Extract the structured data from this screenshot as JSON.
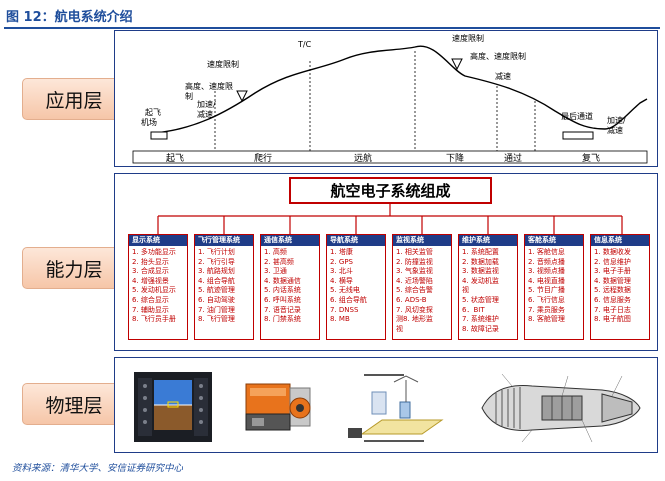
{
  "title": "图 12：航电系统介绍",
  "layers": {
    "application": "应用层",
    "capability": "能力层",
    "physical": "物理层"
  },
  "flight_profile": {
    "phases": [
      "起飞",
      "爬行",
      "远航",
      "下降",
      "通过",
      "复飞"
    ],
    "annotations": {
      "takeoff_airport": "起飞\n机场",
      "alt_speed_limit_1": "高度、速度限\n制",
      "speed_limit_1": "速度限制",
      "accel_decel_1": "加速/\n减速",
      "toc": "T/C",
      "speed_limit_2": "速度限制",
      "alt_speed_limit_2": "高度、速度限制",
      "decel": "减速",
      "final_approach": "最后通道",
      "accel_decel_2": "加速/\n减速"
    }
  },
  "capability": {
    "title": "航空电子系统组成",
    "systems": [
      {
        "name": "显示系统",
        "items": [
          "1. 多功能显示",
          "2. 抬头显示",
          "3. 合成显示",
          "4. 增强视景",
          "5. 发动机显示",
          "6. 综合显示",
          "7. 辅助显示",
          "8. 飞行员手册"
        ]
      },
      {
        "name": "飞行管理系统",
        "items": [
          "1. 飞行计划",
          "2. 飞行引导",
          "3. 航路规划",
          "4. 组合导航",
          "5. 航迹管理",
          "6. 自动驾驶",
          "7. 油门管理",
          "8. 飞行管理"
        ]
      },
      {
        "name": "通信系统",
        "items": [
          "1. 高频",
          "2. 甚高频",
          "3. 卫通",
          "4. 数据通信",
          "5. 内话系统",
          "6. 呼叫系统",
          "7. 语音记录",
          "8. 门禁系统"
        ]
      },
      {
        "name": "导航系统",
        "items": [
          "1. 塔康",
          "2. GPS",
          "3. 北斗",
          "4. 横导",
          "5. 无线电",
          "6. 组合导航",
          "7. DNSS",
          "8. MB"
        ]
      },
      {
        "name": "监视系统",
        "items": [
          "1. 相关监管",
          "2. 防撞监视",
          "3. 气象监视",
          "4. 近场警陷",
          "5. 综合告警",
          "6. ADS-B",
          "7. 风切变探",
          "测8. 地形监",
          "视"
        ]
      },
      {
        "name": "维护系统",
        "items": [
          "1. 系统配置",
          "2. 数据加载",
          "3. 数据监视",
          "4. 发动机监",
          "视",
          "5. 状态管理",
          "6．BIT",
          "7. 系统维护",
          "8. 故障记录"
        ]
      },
      {
        "name": "客舱系统",
        "items": [
          "1. 客舱信息",
          "2. 音频点播",
          "3. 视频点播",
          "4. 电视直播",
          "5. 节目广播",
          "6. 飞行信息",
          "7. 乘员服务",
          "8. 客舱管理"
        ]
      },
      {
        "name": "信息系统",
        "items": [
          "1. 数据收发",
          "2. 信息维护",
          "3. 电子手册",
          "4. 数据管理",
          "5. 远程数据",
          "6. 信息服务",
          "7. 电子日志",
          "8. 电子航图"
        ]
      }
    ]
  },
  "source": "资料来源：清华大学、安信证券研究中心",
  "colors": {
    "navy": "#1f3c88",
    "red": "#c00000",
    "label_fill": "#f6c6a8"
  }
}
